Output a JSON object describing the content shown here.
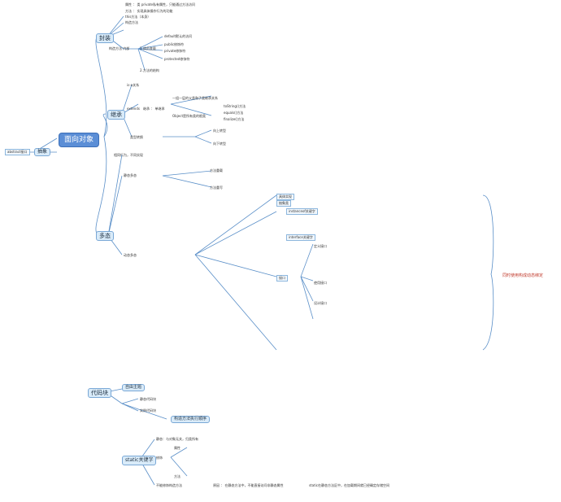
{
  "center": "面向对象",
  "left_root": "abstract接口",
  "left_label": "抽象",
  "branches": {
    "encapsulation": "封装",
    "inheritance": "继承",
    "polymorphism": "多态",
    "code_block": "代码块",
    "static_kw": "static关键字"
  },
  "encapsulation_items": [
    "属性 ： 类 private私有属性，只能通过方法访问",
    "方法 ： 实现具体操作行为的功能",
    "this方法（本身）",
    "构造方法",
    "构造方法 内部",
    "1.成员变量",
    "default默认的访问",
    "public修饰符",
    "private修饰符",
    "protected修饰符",
    "2.方法的结构"
  ],
  "inheritance_items": [
    "is-a关系",
    "extends",
    "继承 ： 单继承",
    "一组一层的父类和子类继承关系",
    "Object是所有类的根类",
    "toString()方法",
    "equals()方法",
    "finalize()方法",
    "类型转换",
    "向上转型",
    "向下转型"
  ],
  "polymorphism_items": [
    "相同行为，不同实现",
    "静态多态",
    "方法重载",
    "方法重写",
    "动态多态",
    "具体实现",
    "抽象类",
    "接口",
    "instanceof关键字",
    "interface关键字",
    "定义接口",
    "使用接口",
    "设计接口"
  ],
  "code_block_items": [
    "自由主题",
    "静态代码块",
    "实例代码块",
    "构造方法执行顺序"
  ],
  "static_items": [
    "静态：与对象无关，归类所有",
    "修饰",
    "属性",
    "方法",
    "不能修饰构造方法",
    "原因 ： 在静态方法中，不能直接访问非静态属性",
    "static在静态方法区中，在加载期间就已经确定存储空间"
  ],
  "note": "同时使用构成动态绑定",
  "colors": {
    "accent": "#5b8ed6",
    "box": "#d9ebf9",
    "line": "#5a8fc8",
    "note": "#c0392b"
  }
}
